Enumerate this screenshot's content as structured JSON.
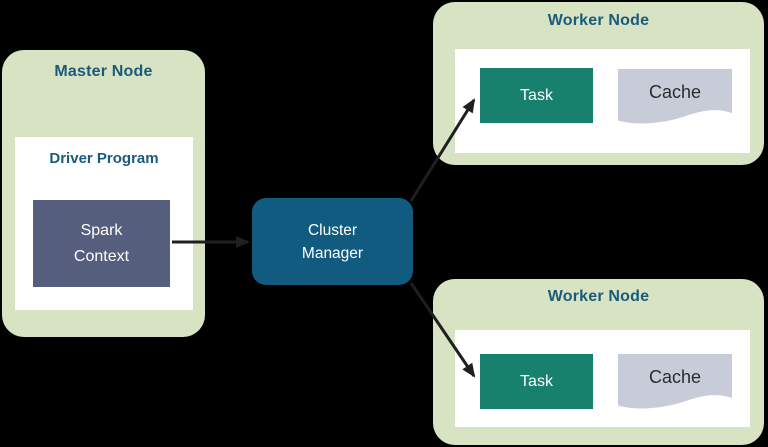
{
  "colors": {
    "background": "#000000",
    "node_green": "#d7e3c2",
    "title_blue": "#1a5b7d",
    "white": "#ffffff",
    "spark_fill": "#555e7d",
    "cluster_fill": "#115a80",
    "task_fill": "#17816d",
    "cache_fill": "#c8ccd9",
    "cache_text": "#2b2b2b",
    "arrow": "#1f1f1f"
  },
  "master_node": {
    "title": "Master Node",
    "driver_program": {
      "title": "Driver Program",
      "spark_context_label": "Spark Context"
    }
  },
  "cluster_manager": {
    "label": "Cluster Manager"
  },
  "worker_nodes": [
    {
      "title": "Worker Node",
      "task_label": "Task",
      "cache_label": "Cache"
    },
    {
      "title": "Worker Node",
      "task_label": "Task",
      "cache_label": "Cache"
    }
  ],
  "connections": [
    {
      "from": "spark-context",
      "to": "cluster-manager"
    },
    {
      "from": "cluster-manager",
      "to": "worker-node-1-task"
    },
    {
      "from": "cluster-manager",
      "to": "worker-node-2-task"
    }
  ]
}
